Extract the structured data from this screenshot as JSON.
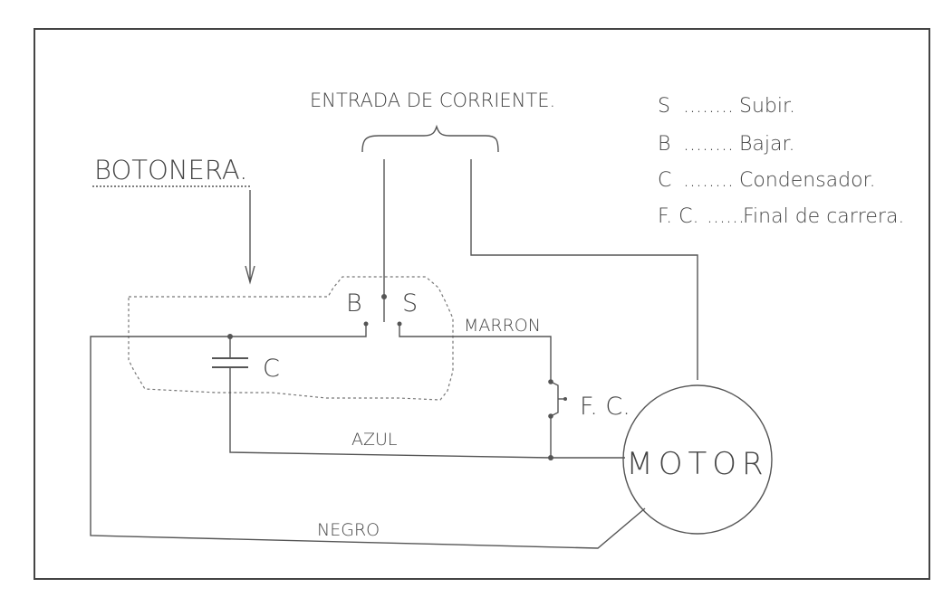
{
  "title_supply": "ENTRADA DE CORRIENTE.",
  "title_panel": "BOTONERA.",
  "legend": [
    {
      "key": "S",
      "dots": "........",
      "desc": "Subir."
    },
    {
      "key": "B",
      "dots": "........",
      "desc": "Bajar."
    },
    {
      "key": "C",
      "dots": "........",
      "desc": "Condensador."
    },
    {
      "key": "F. C.",
      "dots": "......",
      "desc": "Final de carrera."
    }
  ],
  "labels": {
    "button_b": "B",
    "button_s": "S",
    "capacitor": "C",
    "limit_switch": "F. C.",
    "motor": "MOTOR",
    "wire_brown": "MARRON",
    "wire_blue": "AZUL",
    "wire_black": "NEGRO"
  }
}
